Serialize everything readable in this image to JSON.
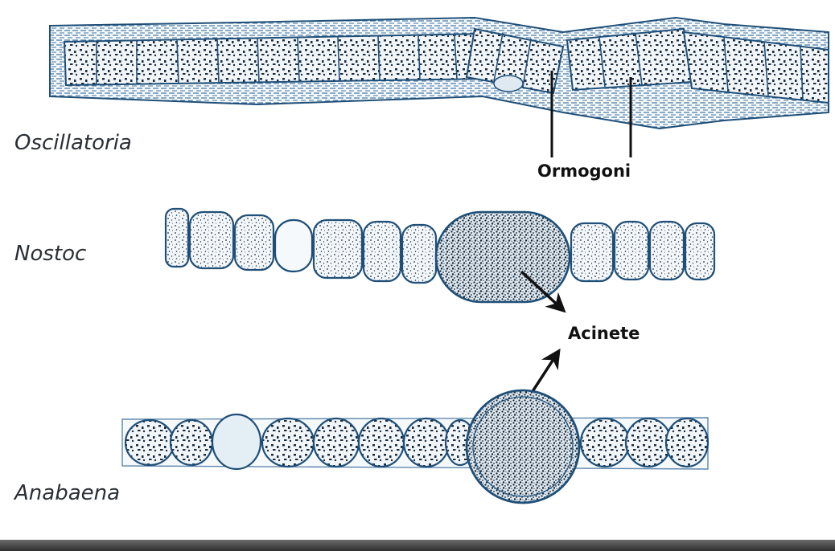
{
  "colors": {
    "cell_outline": "#1f4f78",
    "cell_fill": "#e9f1f7",
    "speckle": "#1a2c3e",
    "sheath_lines": "#3f74a3",
    "arrow": "#111111",
    "bottom_bar": "#3a3a3a"
  },
  "labels": {
    "oscillatoria": "Oscillatoria",
    "nostoc": "Nostoc",
    "anabaena": "Anabaena",
    "ormogoni": "Ormogoni",
    "acinete": "Acinete"
  }
}
